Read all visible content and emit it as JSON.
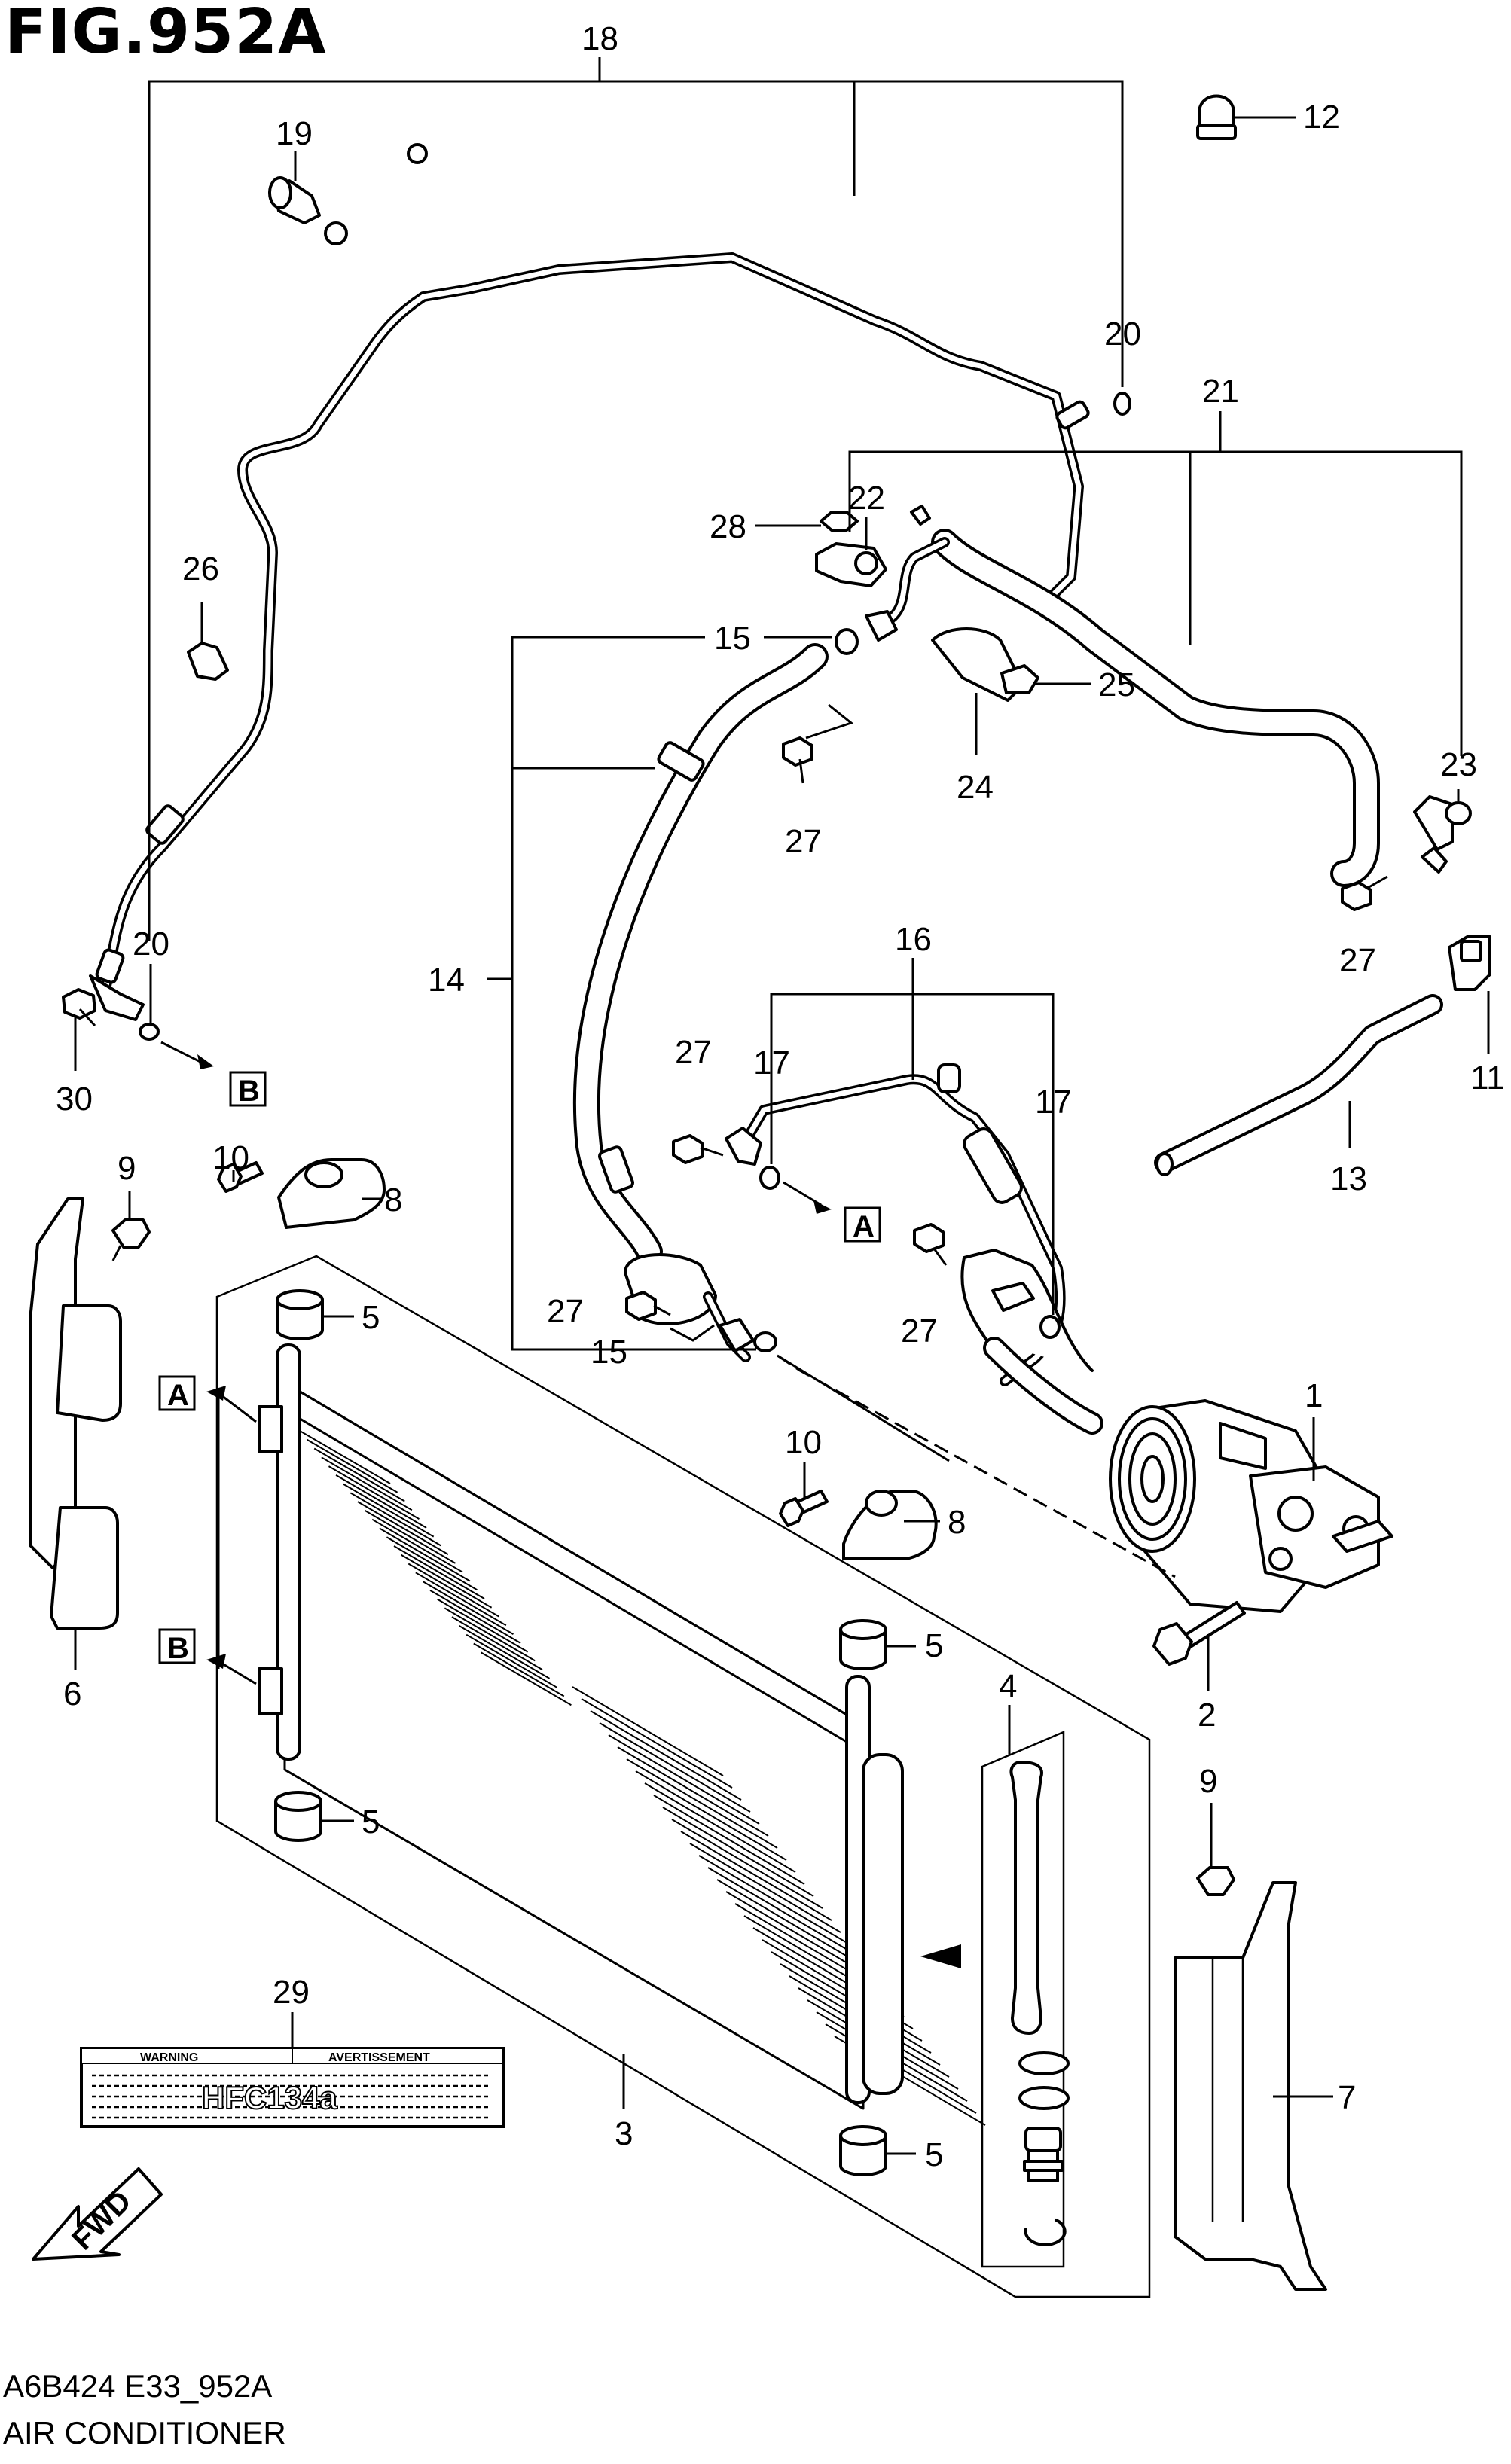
{
  "figure_title": "FIG.952A",
  "footer": {
    "code": "A6B424 E33_952A",
    "section": "AIR CONDITIONER"
  },
  "callouts": {
    "c1": "1",
    "c2": "2",
    "c3": "3",
    "c4": "4",
    "c5a": "5",
    "c5b": "5",
    "c5c": "5",
    "c5d": "5",
    "c6": "6",
    "c7": "7",
    "c8a": "8",
    "c8b": "8",
    "c9a": "9",
    "c9b": "9",
    "c10a": "10",
    "c10b": "10",
    "c11": "11",
    "c12": "12",
    "c13": "13",
    "c14": "14",
    "c15a": "15",
    "c15b": "15",
    "c16": "16",
    "c17a": "17",
    "c17b": "17",
    "c18": "18",
    "c19": "19",
    "c20a": "20",
    "c20b": "20",
    "c21": "21",
    "c22": "22",
    "c23": "23",
    "c24": "24",
    "c25": "25",
    "c26": "26",
    "c27a": "27",
    "c27b": "27",
    "c27c": "27",
    "c27d": "27",
    "c27e": "27",
    "c28": "28",
    "c29": "29",
    "c30": "30"
  },
  "connection_markers": {
    "a_left": "A",
    "b_left": "B",
    "a_mid": "A",
    "b_bottom": "B"
  },
  "warning_label": {
    "warning": "WARNING",
    "avertissement": "AVERTISSEMENT",
    "refrigerant": "HFC134a"
  },
  "direction_arrow": "FWD"
}
